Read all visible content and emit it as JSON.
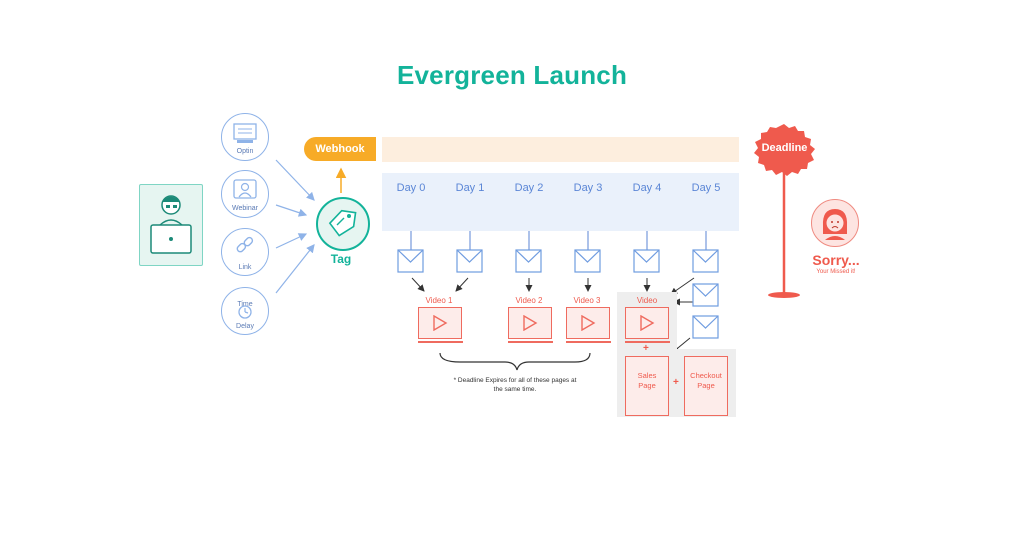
{
  "title": "Evergreen Launch",
  "sources": [
    {
      "label": "Optin",
      "icon": "form-icon"
    },
    {
      "label": "Webinar",
      "icon": "webinar-icon"
    },
    {
      "label": "Link",
      "icon": "link-icon"
    },
    {
      "label": "Time\nDelay",
      "icon": "clock-icon"
    }
  ],
  "tag_label": "Tag",
  "webhook_label": "Webhook",
  "deadline_label": "Deadline",
  "days": [
    "Day 0",
    "Day 1",
    "Day 2",
    "Day 3",
    "Day 4",
    "Day 5"
  ],
  "videos": [
    "Video 1",
    "Video 2",
    "Video 3",
    "Video"
  ],
  "pages": [
    "Sales\nPage",
    "Checkout\nPage"
  ],
  "plus_sign": "+",
  "note": "* Deadline Expires for all of these pages at the same time.",
  "sorry_title": "Sorry...",
  "sorry_subtitle": "Your Missed it!",
  "colors": {
    "teal": "#13b39a",
    "orange": "#f7ab27",
    "red": "#ef5a4d",
    "blue": "#5b86d6",
    "light_blue": "#8fb3e8",
    "panel_gray": "#eeeeee"
  }
}
